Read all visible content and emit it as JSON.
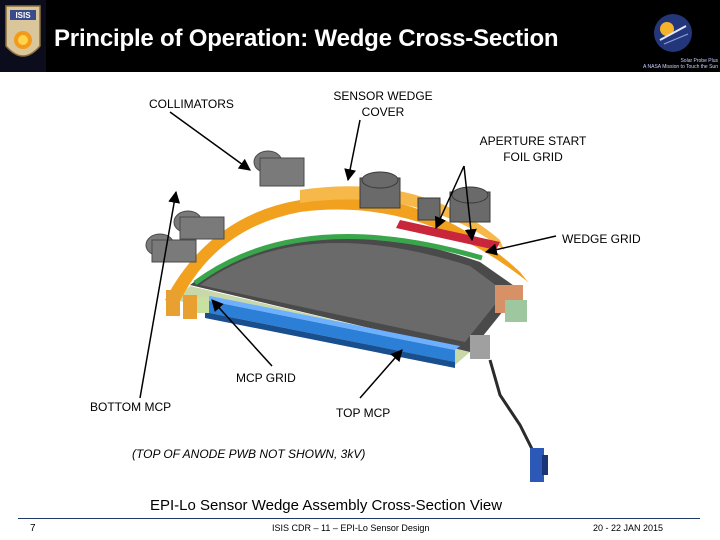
{
  "header": {
    "title": "Principle of Operation: Wedge Cross-Section",
    "logo_text": "ISIS",
    "probe_tagline": "Solar Probe Plus\nA NASA Mission to Touch the Sun"
  },
  "labels": {
    "collimators": "COLLIMATORS",
    "sensor_wedge_cover_line1": "SENSOR WEDGE",
    "sensor_wedge_cover_line2": "COVER",
    "aperture_line1": "APERTURE START",
    "aperture_line2": "FOIL GRID",
    "wedge_grid": "WEDGE GRID",
    "mcp_grid": "MCP GRID",
    "bottom_mcp": "BOTTOM MCP",
    "top_mcp": "TOP MCP",
    "anode_note": "(TOP OF ANODE PWB NOT SHOWN, 3kV)"
  },
  "caption": "EPI-Lo Sensor Wedge Assembly Cross-Section View",
  "footer": {
    "page": "7",
    "center": "ISIS CDR – 11 – EPI-Lo Sensor Design",
    "date": "20 - 22 JAN 2015"
  },
  "colors": {
    "header_bg": "#000000",
    "frame_orange": "#f2a11f",
    "mcp_blue": "#2b7fd6",
    "wedge_grey": "#4a4a4a",
    "wedge_green": "#3aa64c",
    "grid_red": "#c8263a"
  }
}
